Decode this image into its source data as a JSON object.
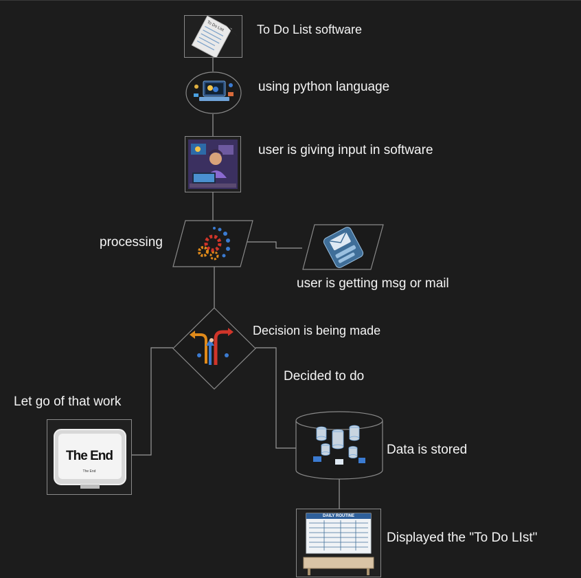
{
  "steps": {
    "todo_software": "To Do List software",
    "python": "using python language",
    "user_input": "user is giving input in software",
    "processing": "processing",
    "msg_mail": "user is getting msg or mail",
    "decision": "Decision is being made",
    "decided": "Decided to do",
    "let_go": "Let go of that work",
    "stored": "Data is stored",
    "displayed": "Displayed the \"To Do LIst\""
  },
  "images": {
    "todo_paper_text": "To Do List",
    "the_end_title": "The End",
    "the_end_sub": "The End",
    "board_title": "DAILY ROUTINE"
  },
  "colors": {
    "background": "#1c1c1c",
    "connector": "#9a9a9a",
    "node_border": "#8a8a8a",
    "text": "#f4f4f4"
  }
}
